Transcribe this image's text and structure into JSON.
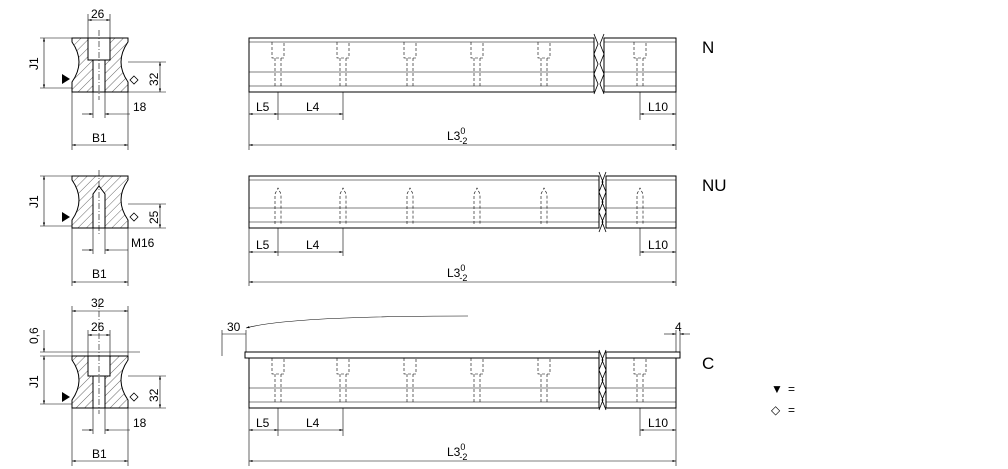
{
  "rows": [
    {
      "variant": "N",
      "cross_section": {
        "top_width": "26",
        "height_label": "J1",
        "side_value": "32",
        "bottom_value": "18",
        "base_label": "B1",
        "sup": ""
      },
      "rail": {
        "left_label": "L5",
        "pitch_label": "L4",
        "end_label": "L10",
        "length_base": "L3",
        "length_sup": "0",
        "length_sub": "-2"
      }
    },
    {
      "variant": "NU",
      "cross_section": {
        "top_width": "",
        "height_label": "J1",
        "side_value": "25",
        "bottom_value": "M16",
        "base_label": "B1",
        "sup": ""
      },
      "rail": {
        "left_label": "L5",
        "pitch_label": "L4",
        "end_label": "L10",
        "length_base": "L3",
        "length_sup": "0",
        "length_sub": "-2"
      }
    },
    {
      "variant": "C",
      "cross_section": {
        "top_width": "26",
        "outer_width": "32",
        "offset_label": "0,6",
        "height_label": "J1",
        "side_value": "32",
        "bottom_value": "18",
        "base_label": "B1"
      },
      "rail": {
        "left_label": "L5",
        "pitch_label": "L4",
        "end_label": "L10",
        "length_base": "L3",
        "length_sup": "0",
        "length_sub": "-2",
        "angle_label": "30",
        "end_cap_label": "4"
      }
    }
  ],
  "legend": [
    {
      "symbol": "▼",
      "text": "="
    },
    {
      "symbol": "◇",
      "text": "="
    }
  ]
}
